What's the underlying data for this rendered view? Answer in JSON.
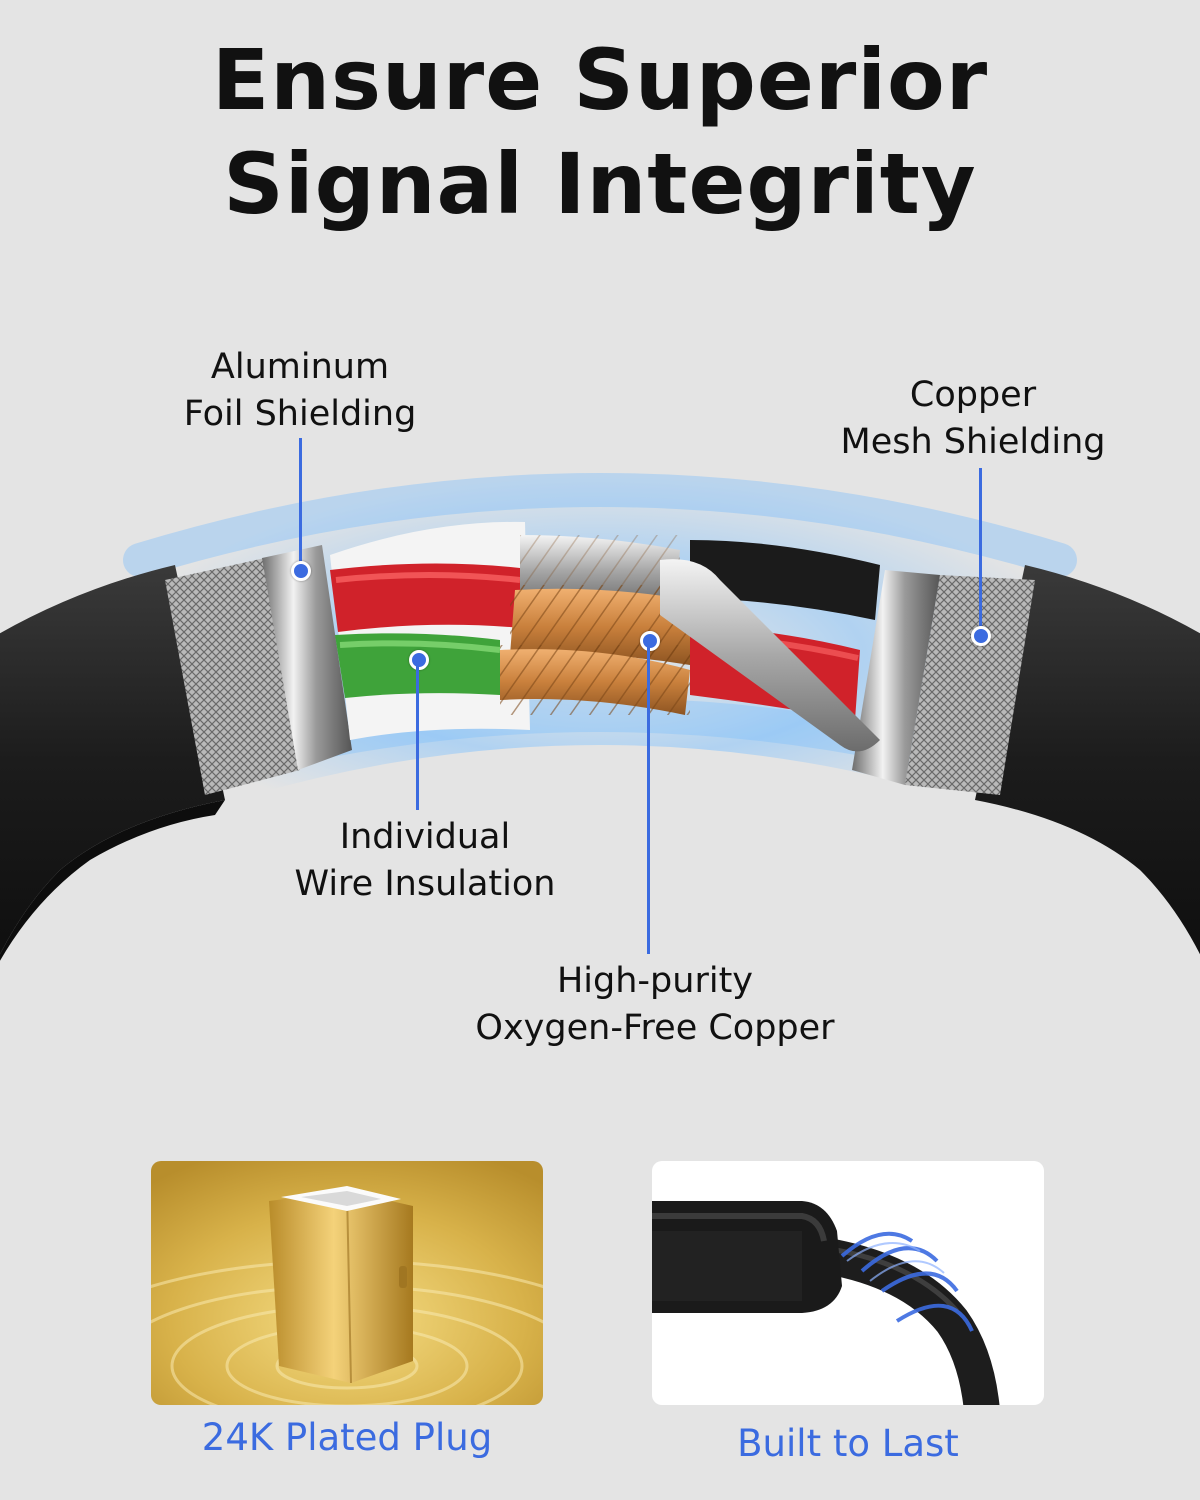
{
  "headline": {
    "line1": "Ensure Superior",
    "line2": "Signal Integrity"
  },
  "callouts": {
    "aluminum": {
      "line1": "Aluminum",
      "line2": "Foil Shielding"
    },
    "copper_mesh": {
      "line1": "Copper",
      "line2": "Mesh Shielding"
    },
    "insulation": {
      "line1": "Individual",
      "line2": "Wire Insulation"
    },
    "ofc": {
      "line1": "High-purity",
      "line2": "Oxygen-Free Copper"
    }
  },
  "features": {
    "plug": {
      "caption": "24K Plated Plug"
    },
    "durability": {
      "caption": "Built to Last"
    }
  },
  "colors": {
    "accent": "#3b6be0",
    "background": "#e4e4e4",
    "cable_jacket": "#1e1e1e",
    "gold": "#d9b24a",
    "wire_red": "#d0222a",
    "wire_green": "#3fa33a"
  }
}
